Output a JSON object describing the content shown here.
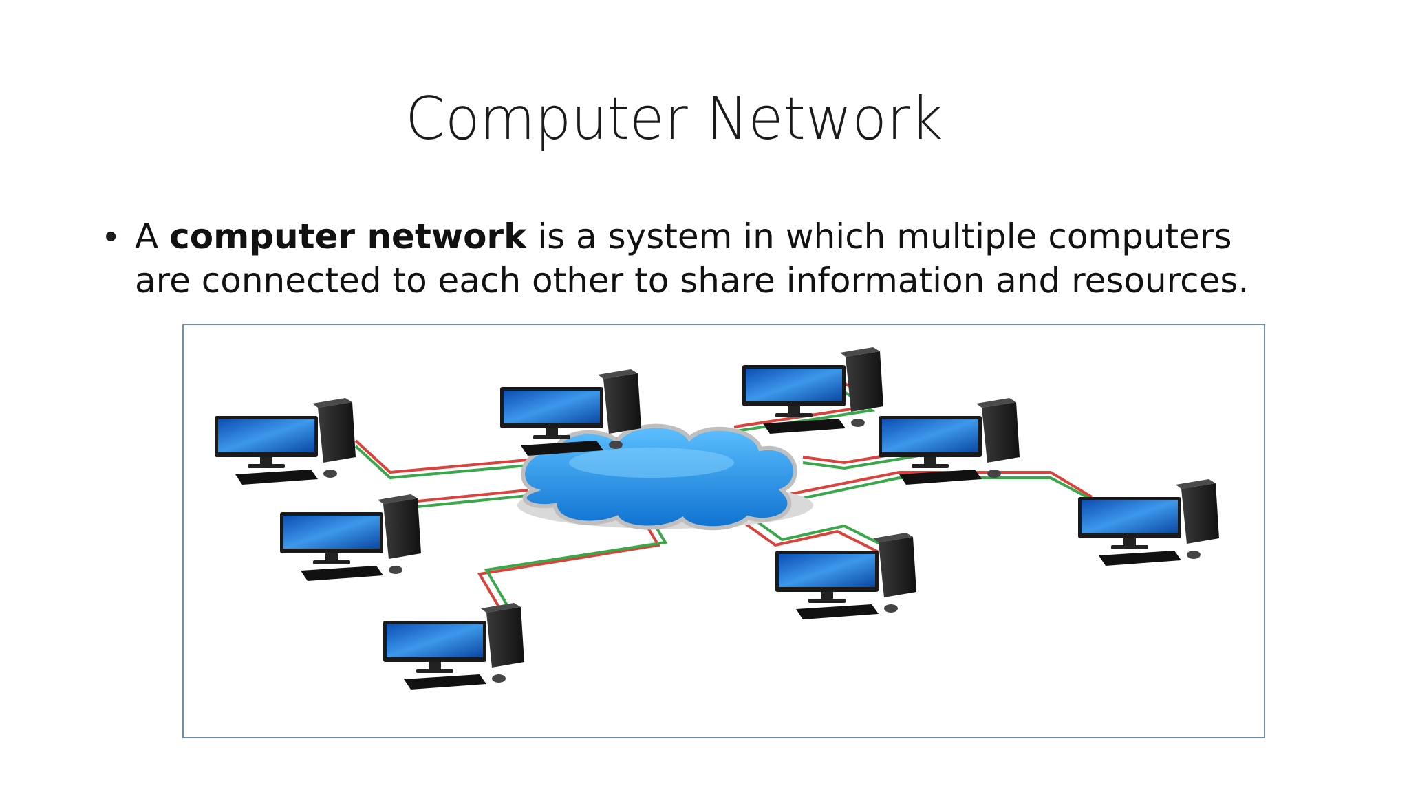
{
  "slide": {
    "title": "Computer Network",
    "bullet": {
      "prefix": "A ",
      "bold": "computer network",
      "rest": " is a system in which multiple computers are connected to each other to share information and resources."
    }
  },
  "figure": {
    "icons": [
      "cloud-icon",
      "computer-icon",
      "network-cable-icon"
    ],
    "colors": {
      "cloud": "#1e8fe0",
      "cable_red": "#d9433b",
      "cable_green": "#3aa84a",
      "screen": "#1e73d6",
      "tower": "#1c1c1c"
    }
  }
}
